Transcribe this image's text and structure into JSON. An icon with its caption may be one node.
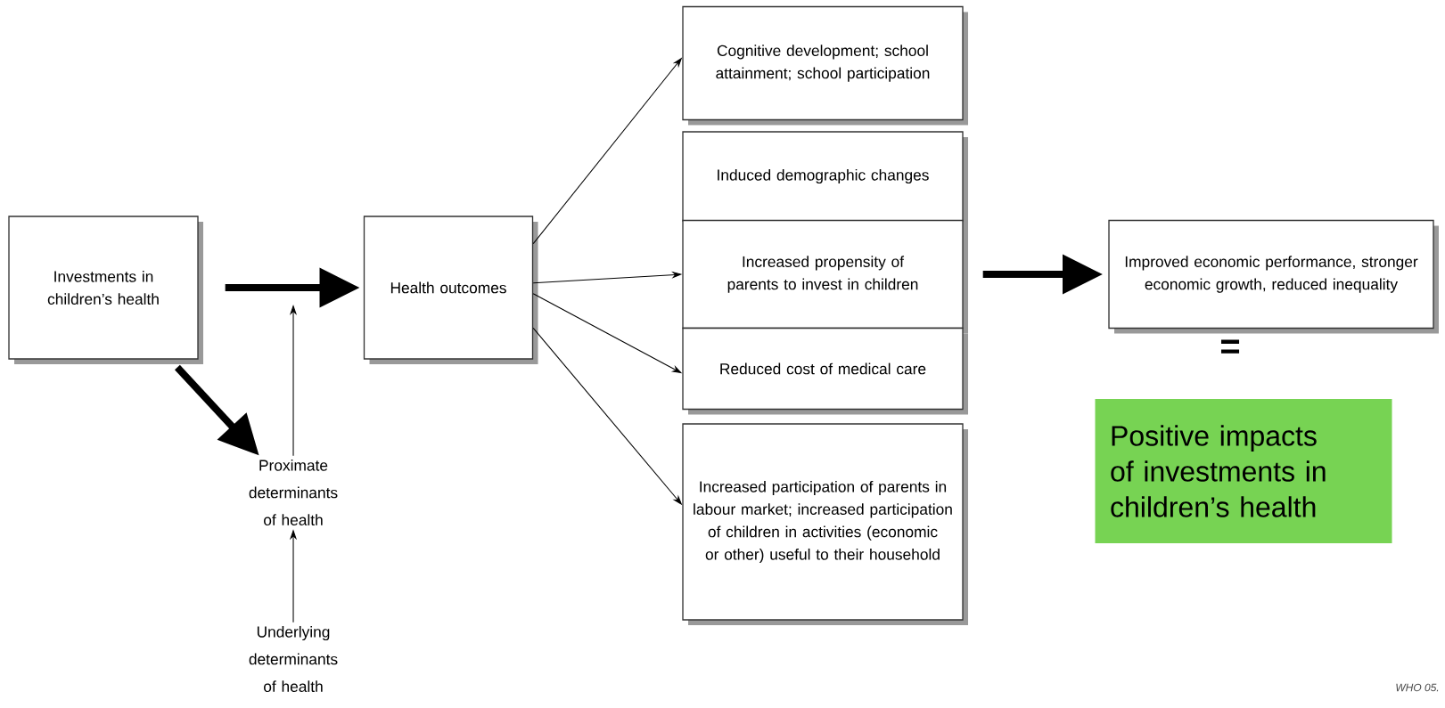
{
  "diagram": {
    "nodes": [
      {
        "text": [
          "Investments in children’s health"
        ]
      },
      {
        "text": [
          "Health outcomes"
        ]
      },
      {
        "text": [
          "Proximate determinants of health"
        ]
      },
      {
        "text": [
          "Underlying determinants of health"
        ]
      },
      {
        "text": [
          "Cognitive development; school attainment; school participation"
        ]
      },
      {
        "text": [
          "Induced demographic changes"
        ]
      },
      {
        "text": [
          "Increased propensity of parents to invest in children"
        ]
      },
      {
        "text": [
          "Reduced cost of medical care"
        ]
      },
      {
        "text": [
          "Increased participation of parents in labour market; increased participation of children in activities (economic or other) useful to their household"
        ]
      },
      {
        "text": [
          "Improved economic performance, stronger economic growth, reduced inequality"
        ]
      },
      {
        "text": [
          "Positive impacts of investments in children’s health"
        ]
      }
    ],
    "edges": [
      {
        "from": 0,
        "to": 1,
        "arrow": "to",
        "style": "thick"
      },
      {
        "from": 0,
        "to": 2,
        "arrow": "to",
        "style": "thick"
      },
      {
        "from": 2,
        "to": null,
        "arrow": "to"
      },
      {
        "from": 3,
        "to": 2,
        "arrow": "to"
      },
      {
        "from": 1,
        "to": 4,
        "arrow": "to"
      },
      {
        "from": 1,
        "to": 6,
        "arrow": "to"
      },
      {
        "from": 1,
        "to": 7,
        "arrow": "to"
      },
      {
        "from": 1,
        "to": 8,
        "arrow": "to"
      },
      {
        "from": 6,
        "to": 9,
        "arrow": "to",
        "style": "thick"
      }
    ],
    "labels": [
      "=",
      "WHO 05."
    ]
  }
}
